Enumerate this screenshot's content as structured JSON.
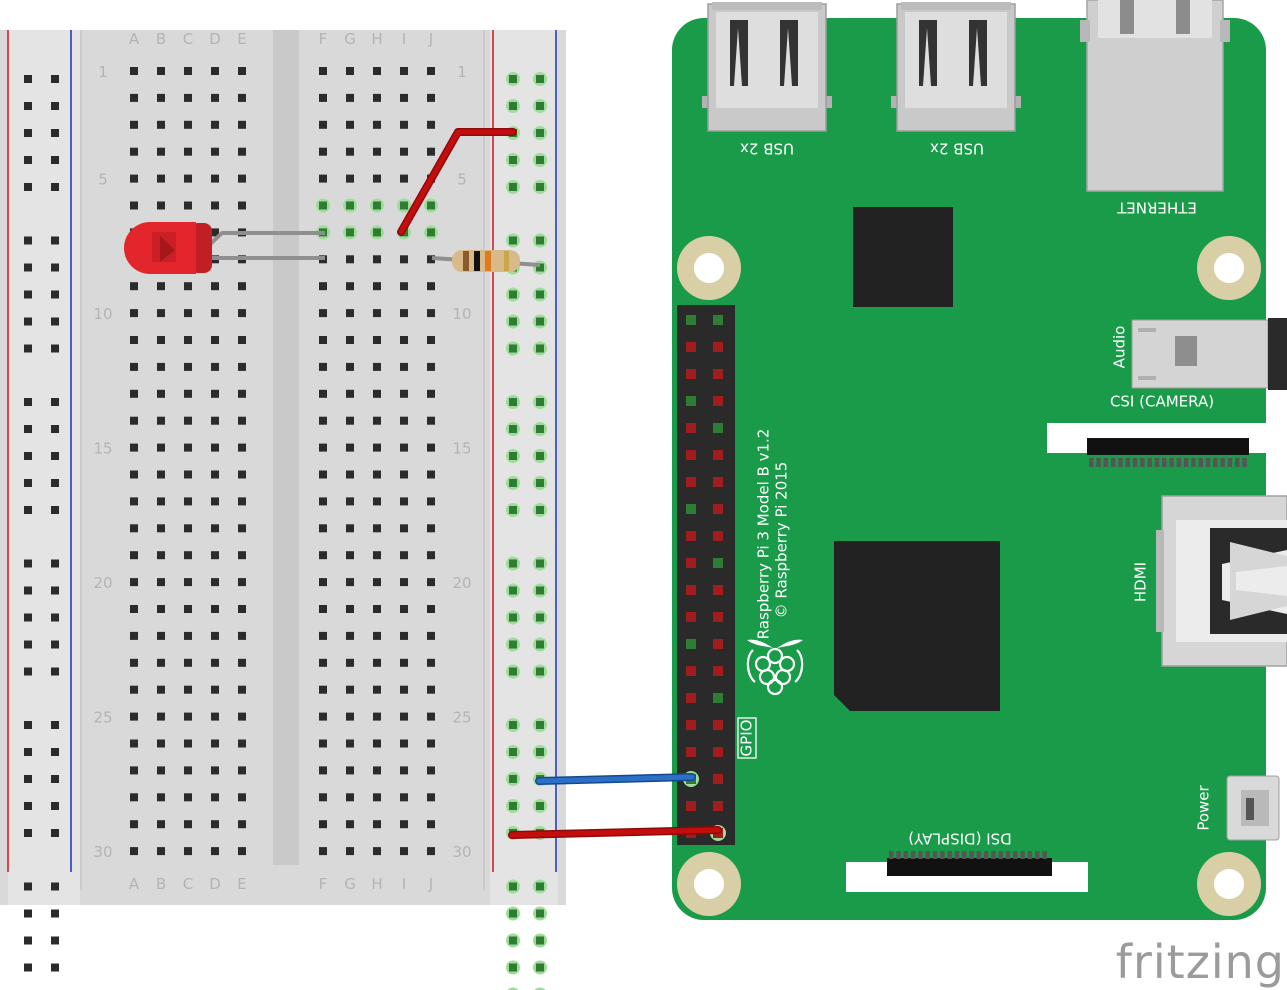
{
  "breadboard": {
    "columns_left": [
      "A",
      "B",
      "C",
      "D",
      "E"
    ],
    "columns_right": [
      "F",
      "G",
      "H",
      "I",
      "J"
    ],
    "row_labels": [
      "1",
      "5",
      "10",
      "15",
      "20",
      "25",
      "30"
    ],
    "rows": 30
  },
  "raspberry_pi": {
    "model_text": "Raspberry Pi 3 Model B v1.2",
    "copyright_text": "© Raspberry Pi 2015",
    "usb_label_1": "USB 2x",
    "usb_label_2": "USB 2x",
    "ethernet_label": "ETHERNET",
    "audio_label": "Audio",
    "csi_label": "CSI (CAMERA)",
    "hdmi_label": "HDMI",
    "dsi_label": "DSI (DISPLAY)",
    "power_label": "Power",
    "gpio_label": "GPIO"
  },
  "brand": "fritzing",
  "colors": {
    "pcb": "#1a9b4a",
    "wire_red": "#c40d0d",
    "wire_blue": "#2a6fc8",
    "led": "#e3262c",
    "breadboard": "#d9d9d9",
    "rail_red": "#d0212b",
    "rail_blue": "#1d3fc2"
  }
}
